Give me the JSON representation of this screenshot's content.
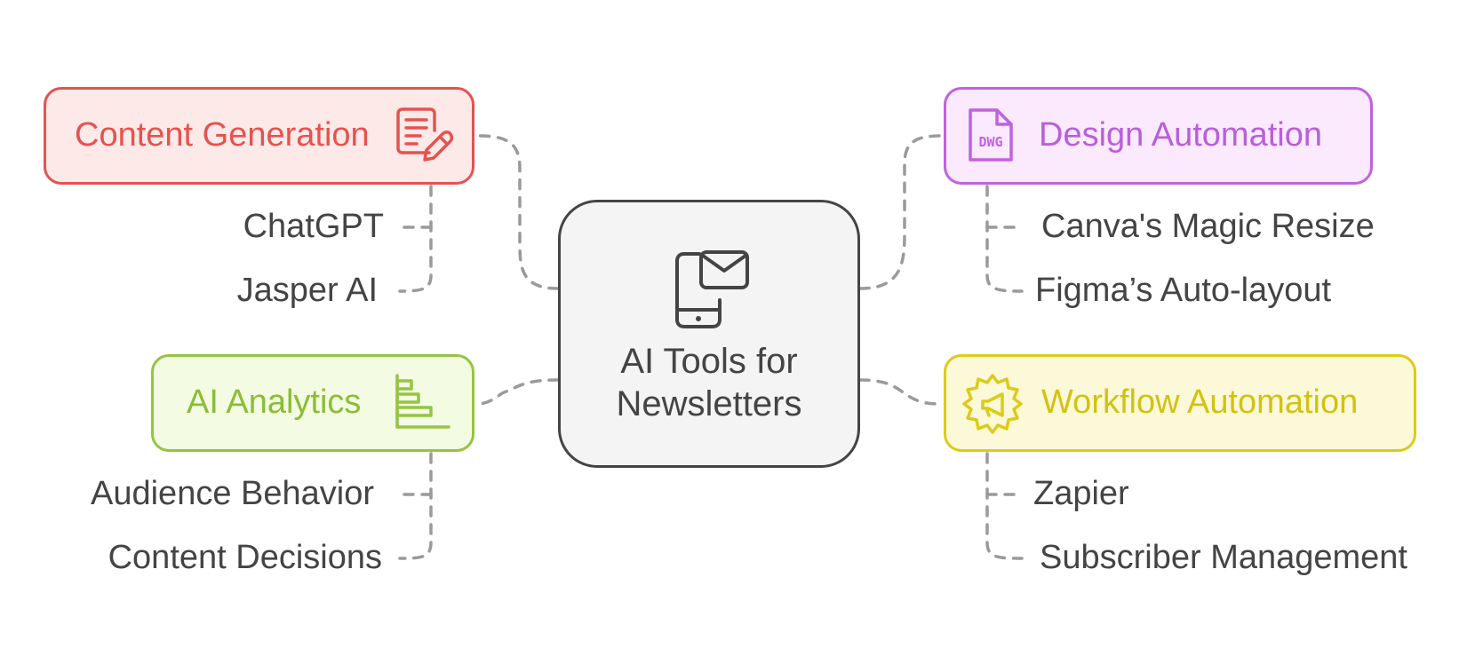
{
  "center": {
    "title_line1": "AI Tools for",
    "title_line2": "Newsletters",
    "icon": "phone-mail-icon"
  },
  "branches": {
    "content_generation": {
      "label": "Content Generation",
      "icon": "document-edit-icon",
      "color": "#e5534f",
      "fill": "#fde9e8",
      "items": [
        "ChatGPT",
        "Jasper AI"
      ]
    },
    "design_automation": {
      "label": "Design Automation",
      "icon": "dwg-file-icon",
      "color": "#c062de",
      "fill": "#fbe9fd",
      "items": [
        "Canva's Magic Resize",
        "Figma’s Auto-layout"
      ]
    },
    "ai_analytics": {
      "label": "AI Analytics",
      "icon": "bar-chart-icon",
      "color": "#95c444",
      "fill": "#f3fbe3",
      "items": [
        "Audience Behavior",
        "Content Decisions"
      ]
    },
    "workflow_automation": {
      "label": "Workflow Automation",
      "icon": "gear-megaphone-icon",
      "color": "#dccb19",
      "fill": "#fcf9d8",
      "items": [
        "Zapier",
        "Subscriber Management"
      ]
    }
  },
  "connector_color": "#9a9a9a"
}
